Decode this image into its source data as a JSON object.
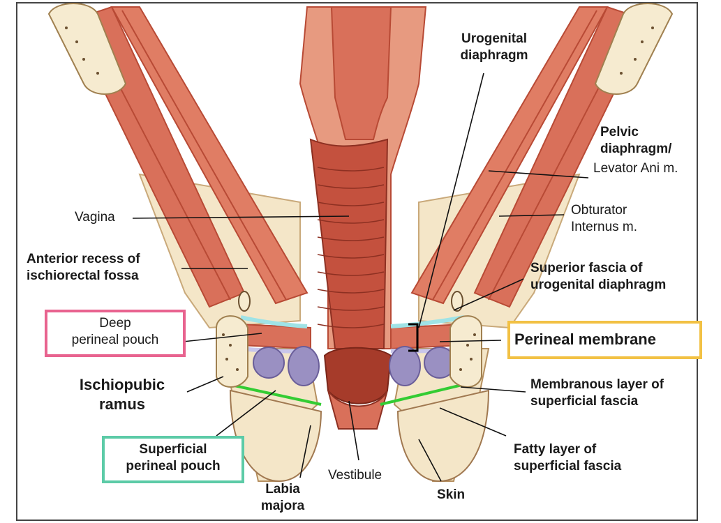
{
  "colors": {
    "muscle": "#d9705a",
    "muscle_dark": "#b84a35",
    "vagina": "#c4513e",
    "fat": "#f4e6c8",
    "bone": "#f6ebd0",
    "cyan_fascia": "#9fe3e6",
    "lavender_membrane": "#c9c6ea",
    "green_fascia": "#33cc33",
    "box_pink": "#e8638f",
    "box_teal": "#5ccba7",
    "box_gold": "#f2c144"
  },
  "labels": {
    "urogenital": [
      "Urogenital",
      "diaphragm"
    ],
    "pelvic": [
      "Pelvic",
      "diaphragm/",
      "Levator Ani m."
    ],
    "vagina": "Vagina",
    "obturator": [
      "Obturator",
      "Internus m."
    ],
    "anterior_recess": [
      "Anterior recess of",
      "ischiorectal fossa"
    ],
    "superior_fascia": [
      "Superior fascia of",
      "urogenital diaphragm"
    ],
    "deep_pouch": [
      "Deep",
      "perineal pouch"
    ],
    "perineal_membrane": "Perineal membrane",
    "ischiopubic": [
      "Ischiopubic",
      "ramus"
    ],
    "membranous": [
      "Membranous layer of",
      "superficial fascia"
    ],
    "superficial_pouch": [
      "Superficial",
      "perineal pouch"
    ],
    "fatty": [
      "Fatty layer of",
      "superficial fascia"
    ],
    "labia": [
      "Labia",
      "majora"
    ],
    "vestibule": "Vestibule",
    "skin": "Skin"
  }
}
